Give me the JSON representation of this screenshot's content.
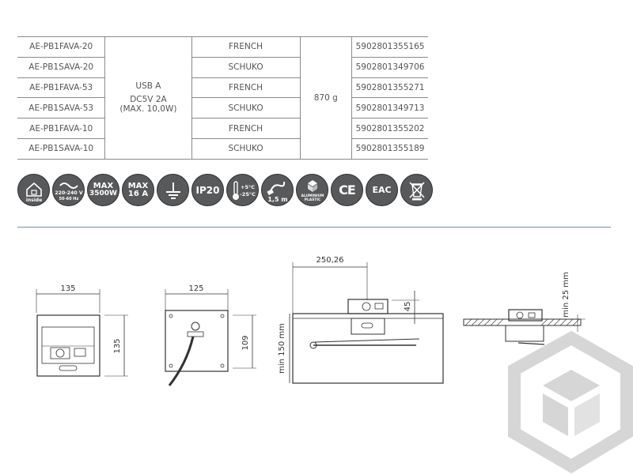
{
  "table": {
    "rows": [
      {
        "model": "AE-PB1FAVA-20",
        "socket": "FRENCH",
        "ean": "5902801355165"
      },
      {
        "model": "AE-PB1SAVA-20",
        "socket": "SCHUKO",
        "ean": "5902801349706"
      },
      {
        "model": "AE-PB1FAVA-53",
        "socket": "FRENCH",
        "ean": "5902801355271"
      },
      {
        "model": "AE-PB1SAVA-53",
        "socket": "SCHUKO",
        "ean": "5902801349713"
      },
      {
        "model": "AE-PB1FAVA-10",
        "socket": "FRENCH",
        "ean": "5902801355202"
      },
      {
        "model": "AE-PB1SAVA-10",
        "socket": "SCHUKO",
        "ean": "5902801355189"
      }
    ],
    "usb_line1": "USB A",
    "usb_line2": "DC5V 2A",
    "usb_line3": "(MAX. 10,0W)",
    "weight": "870 g"
  },
  "icons": [
    {
      "name": "inside-house-icon",
      "label": "inside"
    },
    {
      "name": "voltage-icon",
      "line1": "220-240 V",
      "line2": "50-60 Hz"
    },
    {
      "name": "max-power-icon",
      "line1": "MAX",
      "line2": "3500W"
    },
    {
      "name": "max-current-icon",
      "line1": "MAX",
      "line2": "16 A"
    },
    {
      "name": "ground-icon"
    },
    {
      "name": "ip-rating-icon",
      "label": "IP20"
    },
    {
      "name": "temperature-icon",
      "line1": "+5°C",
      "line2": "-25°C"
    },
    {
      "name": "cable-length-icon",
      "label": "1,5 m"
    },
    {
      "name": "material-icon",
      "line1": "ALUMINIUM",
      "line2": "PLASTIC"
    },
    {
      "name": "ce-mark-icon",
      "label": "CE"
    },
    {
      "name": "eac-mark-icon",
      "label": "EAC"
    },
    {
      "name": "weee-bin-icon"
    }
  ],
  "drawings": {
    "front_width": "135",
    "front_height": "135",
    "back_width": "125",
    "back_height": "109",
    "side_length": "250,26",
    "side_top": "45",
    "side_min_depth": "min 150 mm",
    "mount_min": "min 25 mm"
  },
  "colors": {
    "icon_bg": "#58595b",
    "separator": "#6a90b8",
    "watermark": "#d4d4d4"
  }
}
